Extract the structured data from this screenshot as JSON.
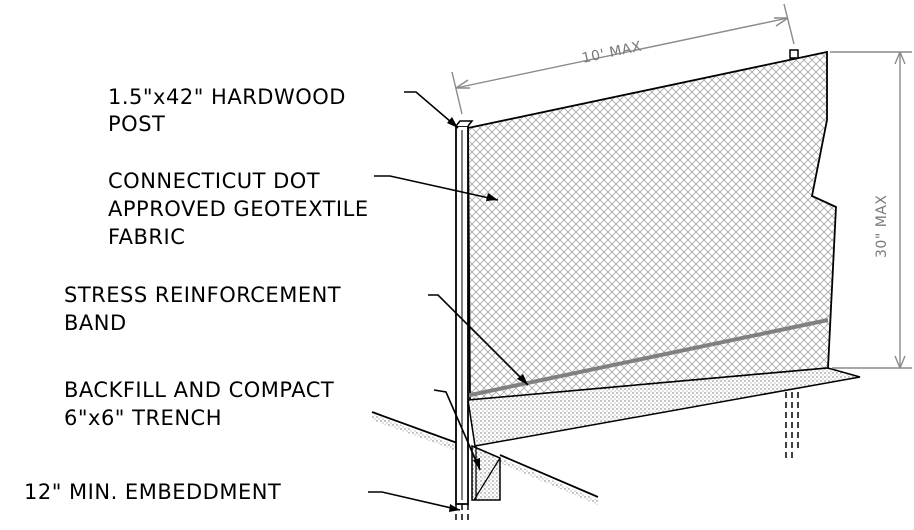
{
  "labels": {
    "post_line1": "1.5\"x42\" HARDWOOD",
    "post_line2": "POST",
    "fabric_line1": "CONNECTICUT DOT",
    "fabric_line2": "APPROVED GEOTEXTILE",
    "fabric_line3": "FABRIC",
    "band_line1": "STRESS REINFORCEMENT",
    "band_line2": "BAND",
    "backfill_line1": "BACKFILL AND COMPACT",
    "backfill_line2": "6\"x6\" TRENCH",
    "embed_line1": "12\" MIN. EMBEDDMENT"
  },
  "dimensions": {
    "width_label": "10' MAX",
    "height_label": "30\" MAX"
  },
  "colors": {
    "line": "#000000",
    "dimension": "#8a8a8a",
    "band": "#808080",
    "hatch": "#9a9a9a"
  }
}
